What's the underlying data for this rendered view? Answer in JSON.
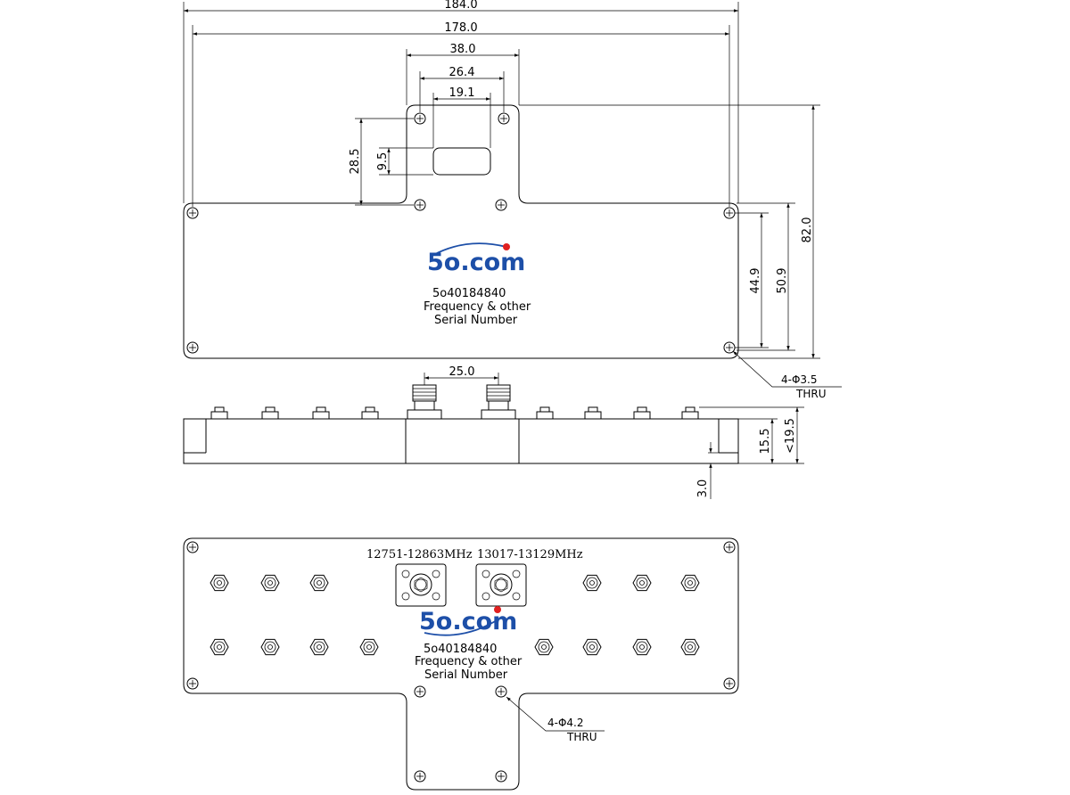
{
  "dimensions": {
    "d184": "184.0",
    "d178": "178.0",
    "d38": "38.0",
    "d26_4": "26.4",
    "d19_1": "19.1",
    "d28_5": "28.5",
    "d9_5": "9.5",
    "d82": "82.0",
    "d50_9": "50.9",
    "d44_9": "44.9",
    "d25": "25.0",
    "d15_5": "15.5",
    "d19_5": "<19.5",
    "d3": "3.0"
  },
  "notes": {
    "holes_top": "4-Φ3.5",
    "thru_top": "THRU",
    "holes_bottom": "4-Φ4.2",
    "thru_bottom": "THRU"
  },
  "top_view": {
    "logo": "5o.com",
    "model": "5o40184840",
    "line2": "Frequency & other",
    "line3": "Serial Number"
  },
  "bottom_view": {
    "port1_freq": "12751-12863MHz",
    "port2_freq": "13017-13129MHz",
    "logo": "5o.com",
    "model": "5o40184840",
    "line2": "Frequency & other",
    "line3": "Serial Number"
  },
  "colors": {
    "logo_blue": "#1d4fa8",
    "logo_dot": "#e02020"
  }
}
